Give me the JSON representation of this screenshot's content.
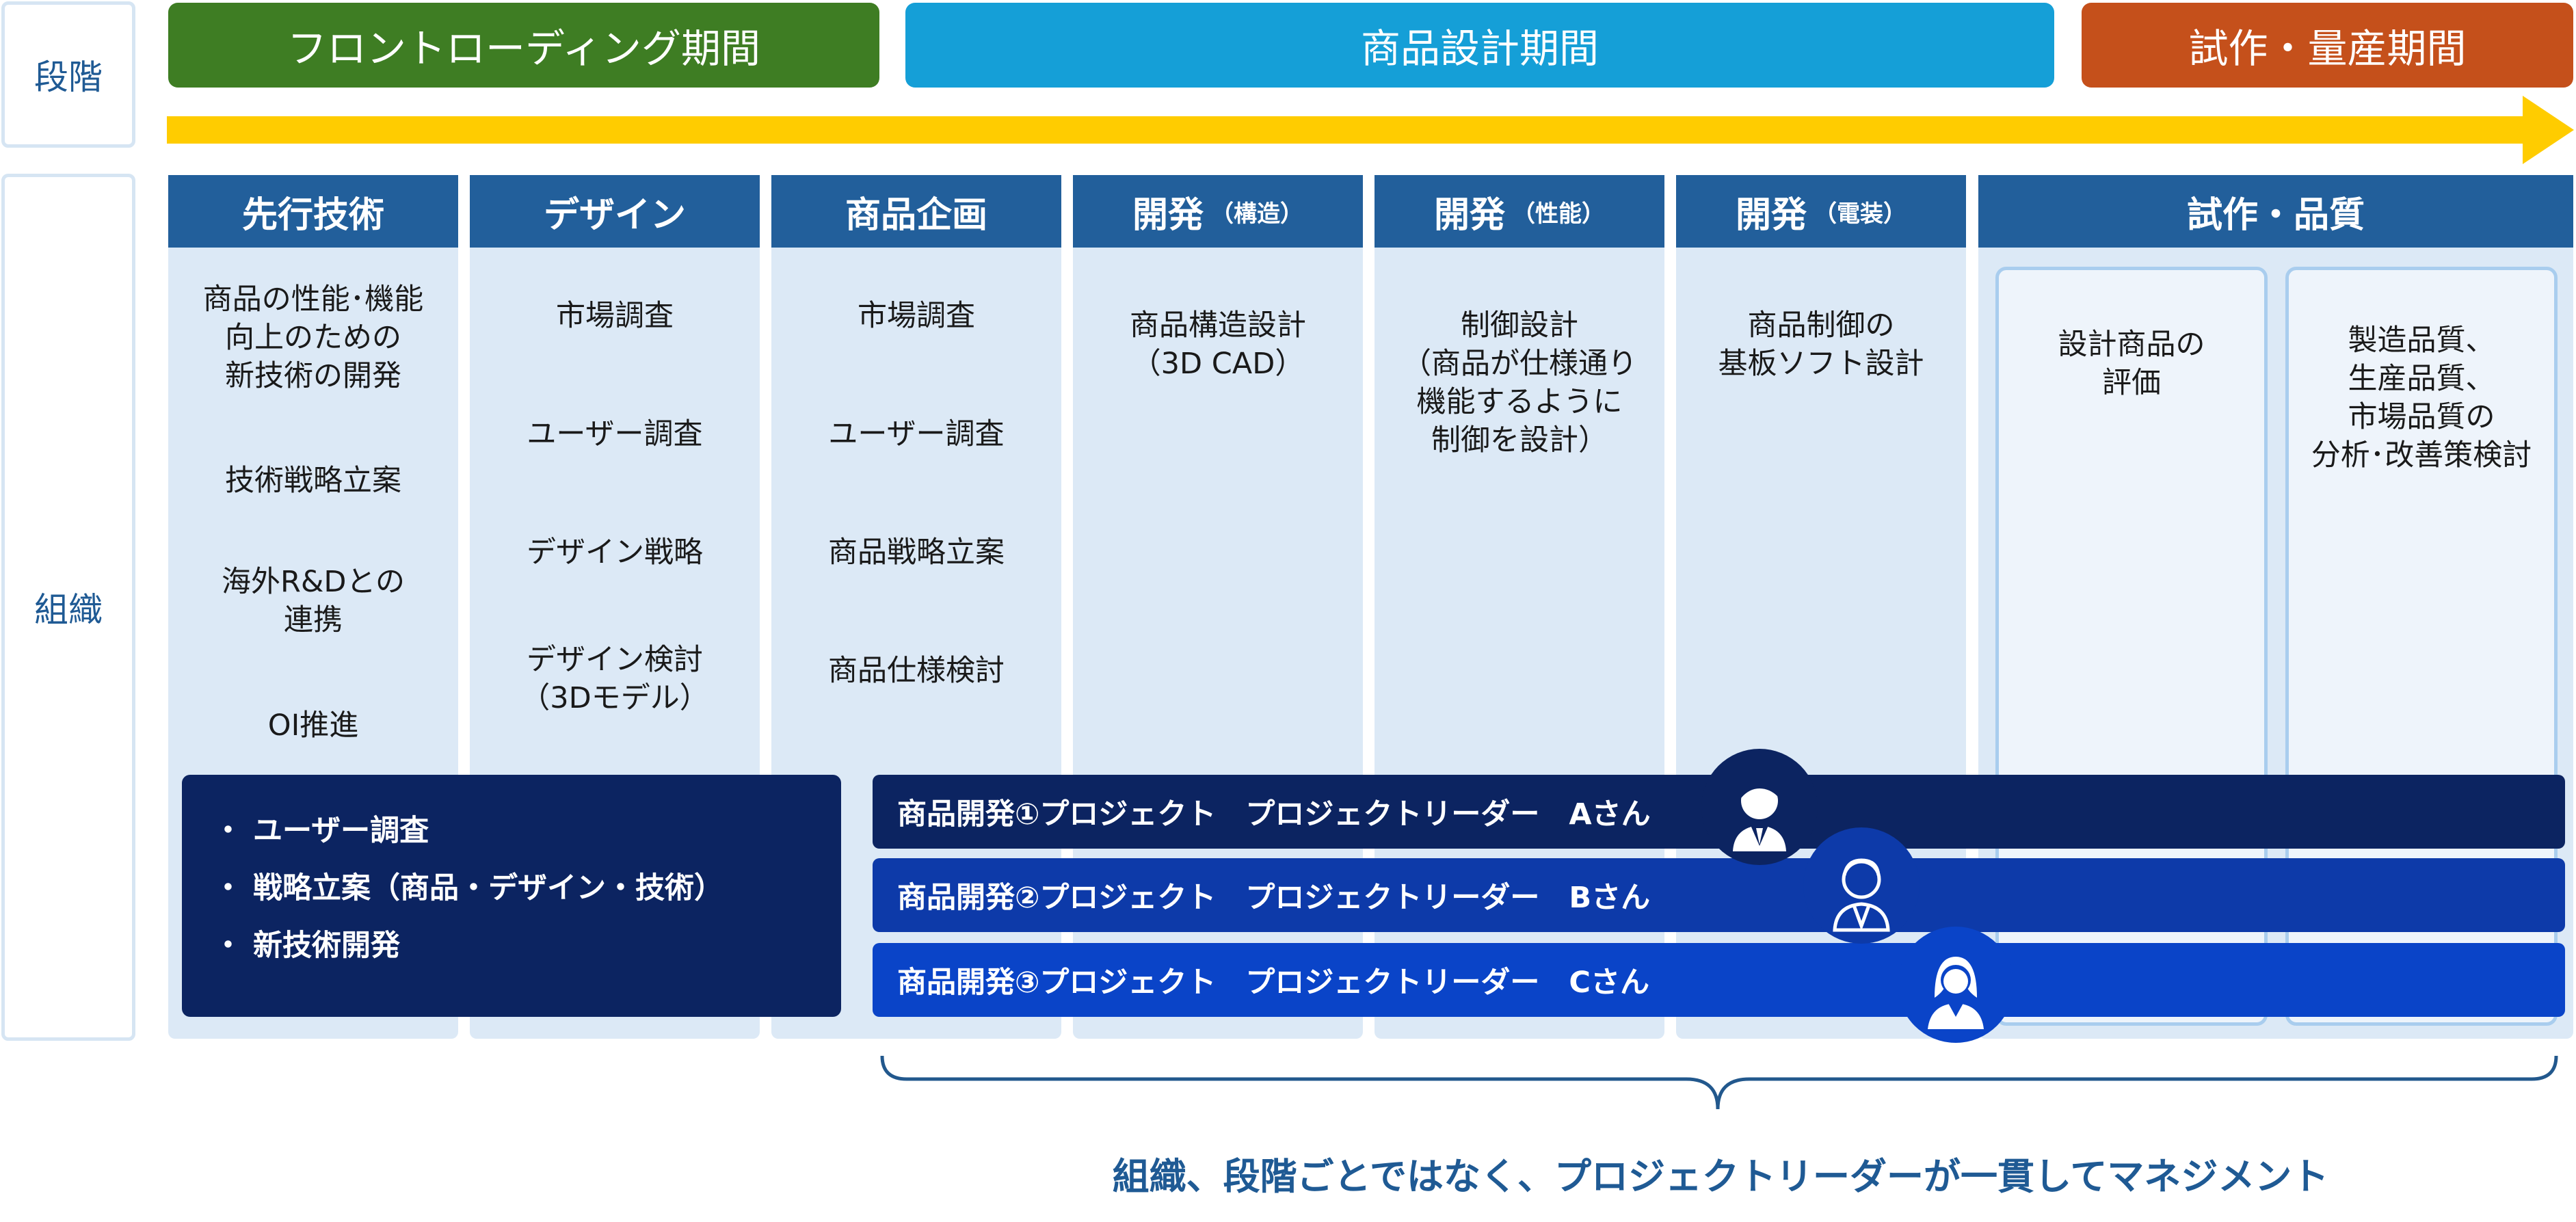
{
  "labels": {
    "stage": "段階",
    "org": "組織"
  },
  "phases": [
    {
      "label": "フロントローディング期間",
      "color": "#3e7d23"
    },
    {
      "label": "商品設計期間",
      "color": "#159fd7"
    },
    {
      "label": "試作・量産期間",
      "color": "#c5501b"
    }
  ],
  "arrow_color": "#ffcc00",
  "columns": [
    {
      "title": "先行技術",
      "sub": "",
      "items": [
        "商品の性能･機能\n向上のための\n新技術の開発",
        "技術戦略立案",
        "海外R&Dとの\n連携",
        "OI推進"
      ]
    },
    {
      "title": "デザイン",
      "sub": "",
      "items": [
        "市場調査",
        "ユーザー調査",
        "デザイン戦略",
        "デザイン検討\n（3Dモデル）"
      ]
    },
    {
      "title": "商品企画",
      "sub": "",
      "items": [
        "市場調査",
        "ユーザー調査",
        "商品戦略立案",
        "商品仕様検討"
      ]
    },
    {
      "title": "開発",
      "sub": "（構造）",
      "items": [
        "商品構造設計\n（3D CAD）"
      ]
    },
    {
      "title": "開発",
      "sub": "（性能）",
      "items": [
        "制御設計\n（商品が仕様通り\n機能するように\n制御を設計）"
      ]
    },
    {
      "title": "開発",
      "sub": "（電装）",
      "items": [
        "商品制御の\n基板ソフト設計"
      ]
    },
    {
      "title": "試作・品質",
      "sub": "",
      "items": [
        "設計商品の\n評価",
        "製造品質、\n生産品質、\n市場品質の\n分析･改善策検討"
      ]
    }
  ],
  "front_box": {
    "bullets": [
      "・ ユーザー調査",
      "・ 戦略立案（商品・デザイン・技術）",
      "・ 新技術開発"
    ]
  },
  "projects": [
    {
      "label": "商品開発①プロジェクト　プロジェクトリーダー　Aさん",
      "color": "#0c2461",
      "avatar": "businessman-icon"
    },
    {
      "label": "商品開発②プロジェクト　プロジェクトリーダー　Bさん",
      "color": "#0d3aa9",
      "avatar": "businessman-icon"
    },
    {
      "label": "商品開発③プロジェクト　プロジェクトリーダー　Cさん",
      "color": "#0a44c8",
      "avatar": "businesswoman-icon"
    }
  ],
  "caption": "組織、段階ごとではなく、プロジェクトリーダーが一貫してマネジメント"
}
